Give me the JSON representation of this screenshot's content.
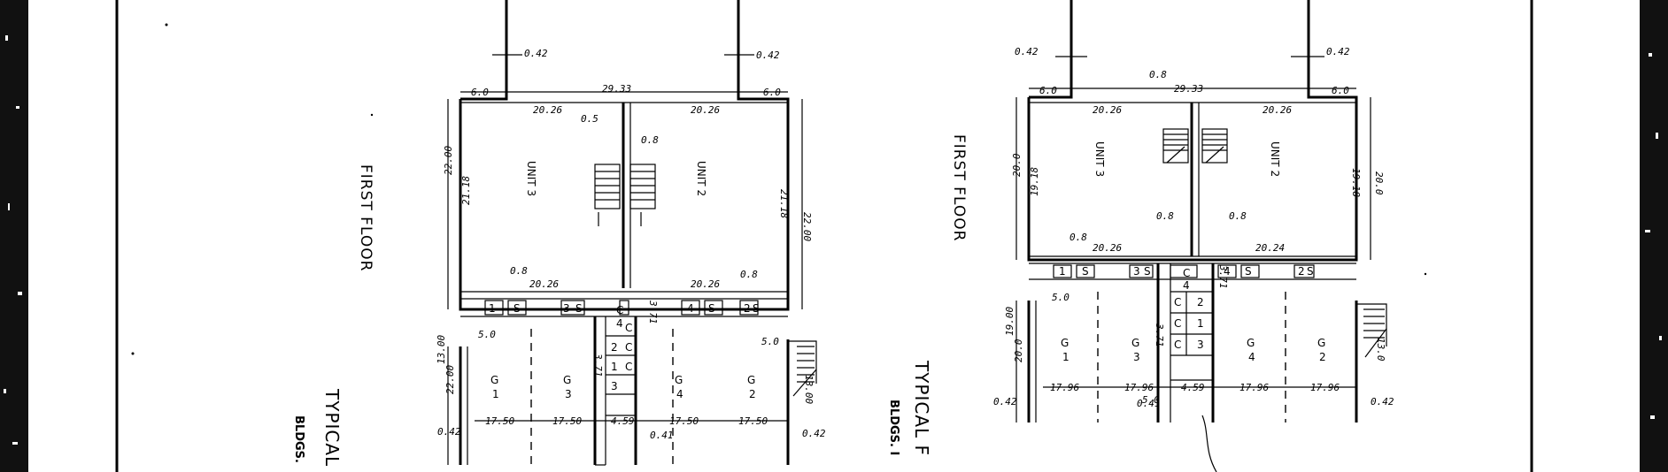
{
  "plan_left": {
    "floor_label": "FIRST FLOOR",
    "title": "TYPICAL",
    "subtitle": "BLDGS.",
    "units": [
      "UNIT 3",
      "UNIT 2"
    ],
    "garages": [
      "G",
      "1",
      "G",
      "3",
      "G",
      "4",
      "G",
      "2"
    ],
    "storage": [
      "1",
      "S",
      "3",
      "S",
      "4",
      "S",
      "2",
      "S"
    ],
    "closets": [
      "C",
      "4",
      "C",
      "2",
      "C",
      "1",
      "C",
      "3"
    ],
    "dims": {
      "top_width": "29.33",
      "unit_w_a": "20.26",
      "unit_w_b": "20.26",
      "low_w_a": "20.26",
      "low_w_b": "20.26",
      "off_a": "0.42",
      "off_b": "0.42",
      "end_a": "6.0",
      "end_b": "6.0",
      "side_a": "22.00",
      "side_a2": "21.18",
      "side_b": "22.00",
      "side_b2": "21.18",
      "gap_a": "0.8",
      "gap_b": "0.8",
      "gap_c": "0.5",
      "gap_d": "0.8",
      "g_len_a": "17.50",
      "g_len_b": "17.50",
      "g_len_c": "17.50",
      "g_len_d": "17.50",
      "g_side": "22.00",
      "g_side2": "13.00",
      "g_side3": "13.00",
      "corr": "4.59",
      "cl_a": "3.71",
      "cl_b": "3.71",
      "sm_a": "5.0",
      "sm_b": "5.0",
      "bot_a": "0.42",
      "bot_b": "0.41",
      "bot_c": "0.42"
    }
  },
  "plan_right": {
    "floor_label": "FIRST FLOOR",
    "title": "TYPICAL F",
    "subtitle": "BLDGS. I",
    "units": [
      "UNIT 3",
      "UNIT 2"
    ],
    "garages": [
      "G",
      "1",
      "G",
      "3",
      "G",
      "4",
      "G",
      "2"
    ],
    "storage": [
      "1",
      "S",
      "3",
      "S",
      "4",
      "S",
      "2",
      "S"
    ],
    "closets": [
      "C",
      "4",
      "C",
      "2",
      "C",
      "1",
      "C",
      "3"
    ],
    "dims": {
      "top_width": "29.33",
      "unit_w_a": "20.26",
      "unit_w_b": "20.26",
      "low_w_a": "20.26",
      "low_w_b": "20.24",
      "off_a": "0.42",
      "off_b": "0.42",
      "end_a": "6.0",
      "end_b": "6.0",
      "side_a": "20.0",
      "side_a2": "19.18",
      "side_b": "20.0",
      "side_b2": "19.18",
      "gap_a": "0.8",
      "gap_b": "0.8",
      "gap_c": "0.8",
      "gap_d": "0.8",
      "g_len_a": "17.96",
      "g_len_b": "17.96",
      "g_len_c": "17.96",
      "g_len_d": "17.96",
      "g_side": "20.0",
      "g_side2": "19.00",
      "g_side3": "13.0",
      "corr": "4.59",
      "cl_a": "3.71",
      "cl_b": "3.71",
      "sm_a": "5.0",
      "sm_b": "5.0",
      "bot_a": "0.42",
      "bot_b": "0.41",
      "bot_c": "0.42"
    }
  }
}
